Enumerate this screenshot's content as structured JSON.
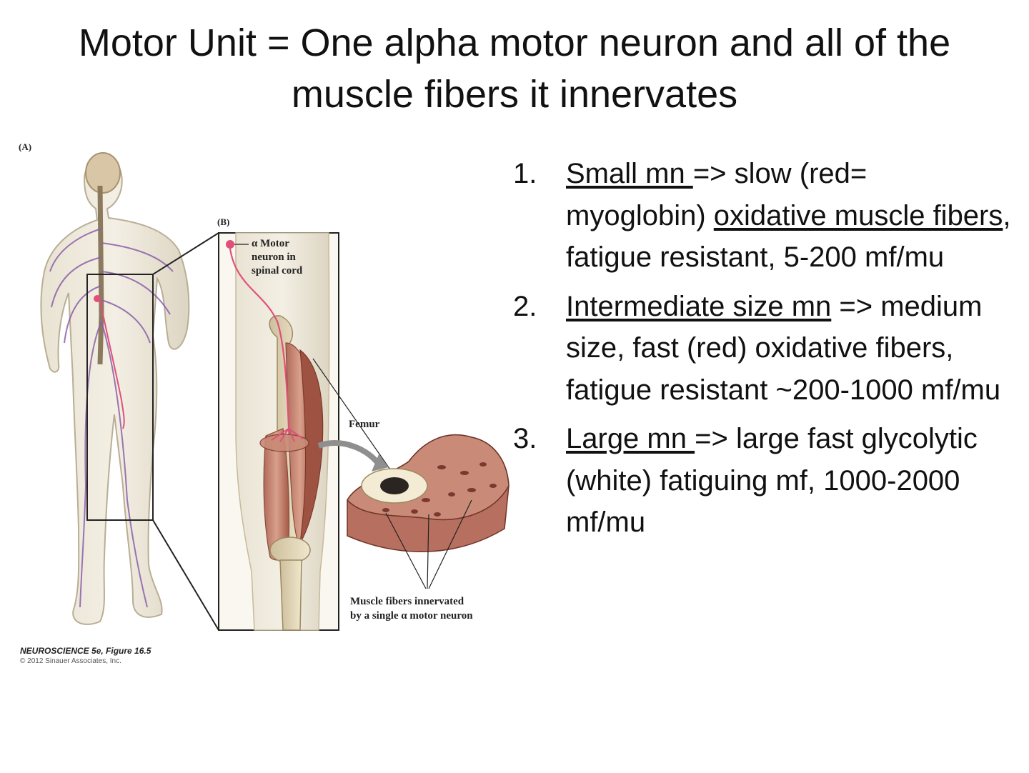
{
  "title": {
    "line1": "Motor Unit = One alpha motor neuron and all of the",
    "line2": "muscle fibers it innervates"
  },
  "figure": {
    "panel_a_label": "(A)",
    "panel_b_label": "(B)",
    "motor_neuron_label": [
      "α Motor",
      "neuron in",
      "spinal cord"
    ],
    "femur_label": "Femur",
    "muscle_fibers_label": [
      "Muscle fibers innervated",
      "by a single α motor neuron"
    ],
    "credit_line1": "NEUROSCIENCE 5e, Figure 16.5",
    "credit_line2": "© 2012 Sinauer Associates, Inc."
  },
  "list": [
    {
      "number": "1.",
      "u1": "Small mn ",
      "t1": "=> slow (red= myoglobin) ",
      "u2": "oxidative muscle fibers",
      "t2": ", fatigue resistant, 5-200 mf/mu"
    },
    {
      "number": "2.",
      "u1": "Intermediate size mn",
      "t1": " => medium size, fast (red) oxidative fibers, fatigue resistant ~200-1000 mf/mu",
      "u2": "",
      "t2": ""
    },
    {
      "number": "3.",
      "u1": "Large mn ",
      "t1": "=> large fast glycolytic (white) fatiguing mf, 1000-2000 mf/mu",
      "u2": "",
      "t2": ""
    }
  ]
}
